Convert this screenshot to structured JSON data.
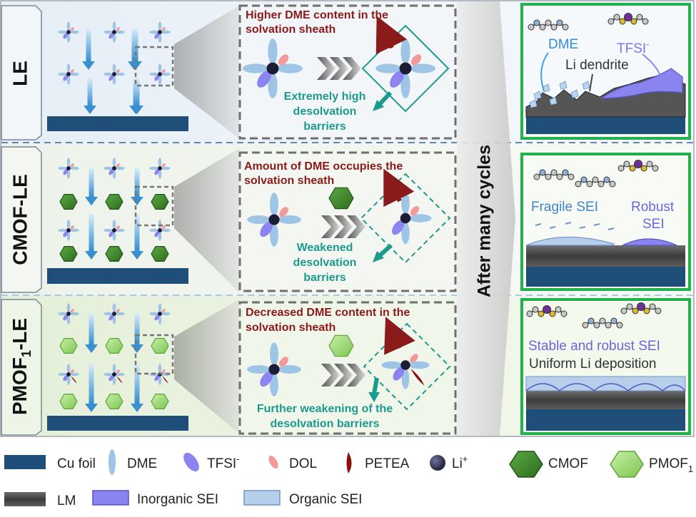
{
  "rows": [
    {
      "id": "le",
      "title": "LE",
      "top_text": [
        "Higher DME content in the",
        "solvation sheath"
      ],
      "bottom_text": [
        "Extremely high",
        "desolvation",
        "barriers"
      ]
    },
    {
      "id": "cmof",
      "title": "CMOF-LE",
      "top_text": [
        "Amount of DME occupies the",
        "solvation sheath"
      ],
      "bottom_text": [
        "Weakened",
        "desolvation",
        "barriers"
      ]
    },
    {
      "id": "pmof",
      "title_main": "PMOF",
      "title_sub": "1",
      "title_tail": "-LE",
      "top_text": [
        "Decreased DME content in the",
        "solvation sheath"
      ],
      "bottom_text": [
        "Further weakening of the",
        "desolvation barriers"
      ]
    }
  ],
  "after_cycles": "After many cycles",
  "right": {
    "le": {
      "dme": "DME",
      "tfsi_main": "TFSI",
      "tfsi_sup": "-",
      "dendrite": "Li dendrite"
    },
    "cmof": {
      "fragile": "Fragile SEI",
      "robust_1": "Robust",
      "robust_2": "SEI"
    },
    "pmof": {
      "stable": "Stable and robust SEI",
      "uniform": "Uniform Li deposition"
    }
  },
  "legend": {
    "cu_foil": "Cu foil",
    "dme": "DME",
    "tfsi_main": "TFSI",
    "tfsi_sup": "-",
    "dol": "DOL",
    "petea": "PETEA",
    "li_main": "Li",
    "li_sup": "+",
    "cmof": "CMOF",
    "pmof_main": "PMOF",
    "pmof_sub": "1",
    "lm": "LM",
    "inorganic": "Inorganic SEI",
    "organic": "Organic SEI"
  },
  "colors": {
    "cu_foil": "#1f4e79",
    "dme": "#9ec4e6",
    "tfsi": "#8c84f0",
    "dol": "#f29a9a",
    "petea": "#8b0f0f",
    "li": "#2f3150",
    "cmof": "#3f8a2e",
    "pmof": "#8fd66a",
    "arrow": "#3a8fd0",
    "green_frame": "#22b14c",
    "red_text": "#8b1a1a",
    "teal": "#1d9a8e"
  }
}
